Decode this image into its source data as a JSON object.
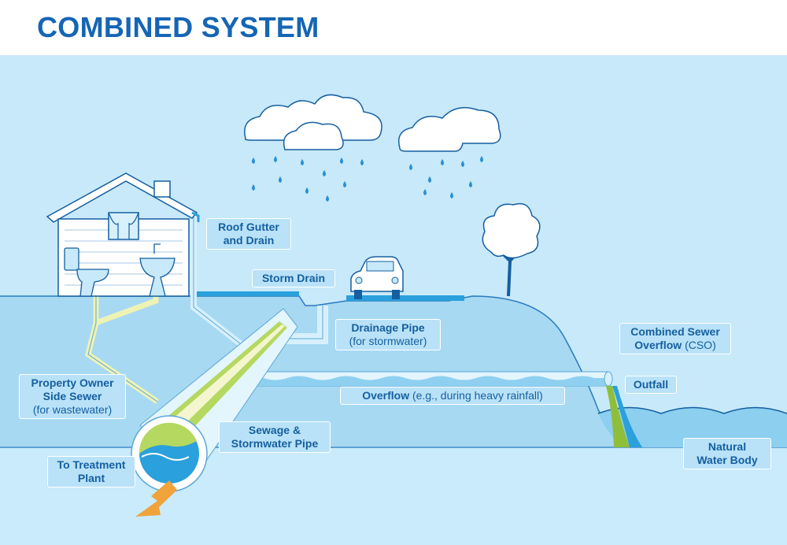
{
  "title": "COMBINED SYSTEM",
  "colors": {
    "title": "#1565b4",
    "sky": "#c7e9f9",
    "ground": "#a7d9f2",
    "underground": "#c9ebfb",
    "water": "#2aa0dc",
    "label_bg": "#b9e2f8",
    "label_text": "#155fa0",
    "wastewater_line": "#eef2b4",
    "sewage": "#8fbf3a",
    "arrow": "#f0a33a"
  },
  "labels": {
    "roof_gutter": {
      "line1": "Roof Gutter",
      "line2": "and Drain"
    },
    "storm_drain": "Storm Drain",
    "drainage_pipe": {
      "line1": "Drainage Pipe",
      "line2": "(for stormwater)"
    },
    "cso": {
      "line1": "Combined Sewer",
      "line2_bold": "Overflow",
      "line2_normal": "(CSO)"
    },
    "outfall": "Outfall",
    "overflow": {
      "bold": "Overflow",
      "normal": "(e.g., during heavy rainfall)"
    },
    "property_sewer": {
      "line1": "Property Owner",
      "line2": "Side Sewer",
      "line3": "(for wastewater)"
    },
    "sewage_pipe": {
      "line1": "Sewage &",
      "line2": "Stormwater Pipe"
    },
    "treatment": {
      "line1": "To Treatment",
      "line2": "Plant"
    },
    "natural_water": {
      "line1": "Natural",
      "line2": "Water Body"
    }
  },
  "icons": [
    "house-icon",
    "toilet-icon",
    "sink-icon",
    "cloud-icon",
    "raindrop-icon",
    "car-icon",
    "tree-icon",
    "arrow-icon"
  ]
}
